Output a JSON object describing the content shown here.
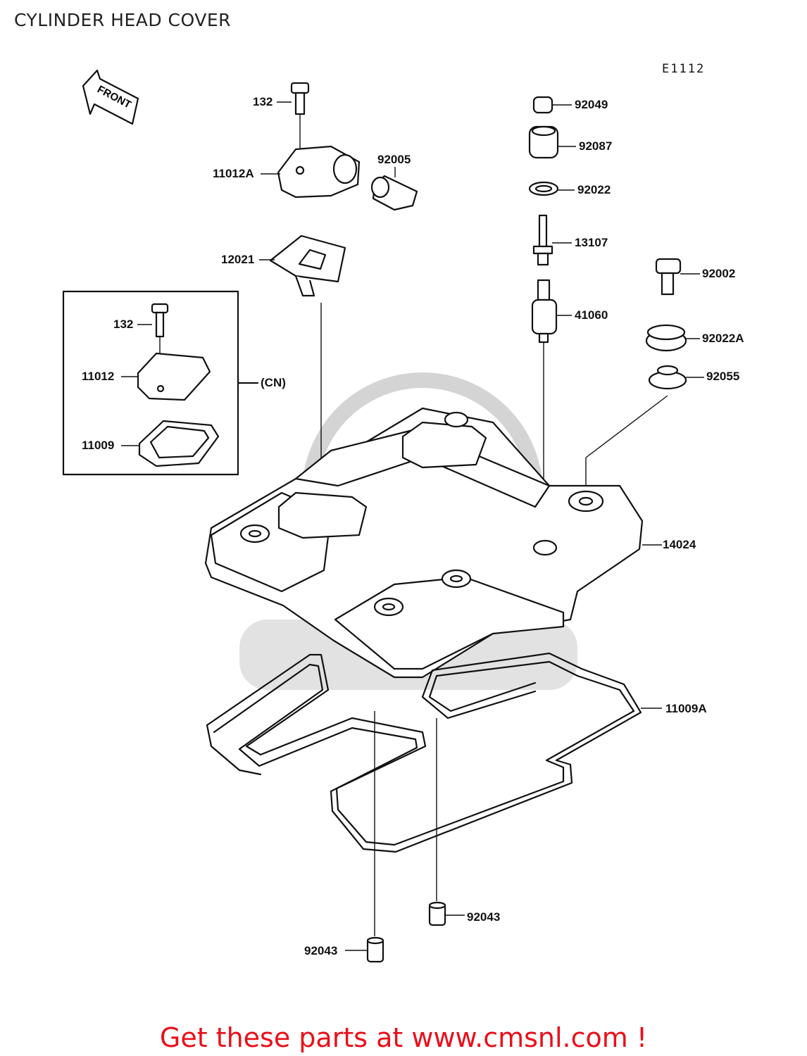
{
  "title": "CYLINDER HEAD COVER",
  "diagram_code": "E1112",
  "front_arrow": "FRONT",
  "parts": [
    {
      "id": "p-132-top",
      "label": "132"
    },
    {
      "id": "p-11012a",
      "label": "11012A"
    },
    {
      "id": "p-92005",
      "label": "92005"
    },
    {
      "id": "p-12021",
      "label": "12021"
    },
    {
      "id": "p-132-inset",
      "label": "132"
    },
    {
      "id": "p-11012",
      "label": "11012"
    },
    {
      "id": "p-11009",
      "label": "11009"
    },
    {
      "id": "p-cn",
      "label": "(CN)"
    },
    {
      "id": "p-92049",
      "label": "92049"
    },
    {
      "id": "p-92087",
      "label": "92087"
    },
    {
      "id": "p-92022",
      "label": "92022"
    },
    {
      "id": "p-13107",
      "label": "13107"
    },
    {
      "id": "p-41060",
      "label": "41060"
    },
    {
      "id": "p-92002",
      "label": "92002"
    },
    {
      "id": "p-92022a",
      "label": "92022A"
    },
    {
      "id": "p-92055",
      "label": "92055"
    },
    {
      "id": "p-14024",
      "label": "14024"
    },
    {
      "id": "p-11009a",
      "label": "11009A"
    },
    {
      "id": "p-92043-right",
      "label": "92043"
    },
    {
      "id": "p-92043-left",
      "label": "92043"
    }
  ],
  "promo_text": "Get these parts at www.cmsnl.com !",
  "colors": {
    "promo": "#e8101a",
    "ink": "#111111"
  }
}
